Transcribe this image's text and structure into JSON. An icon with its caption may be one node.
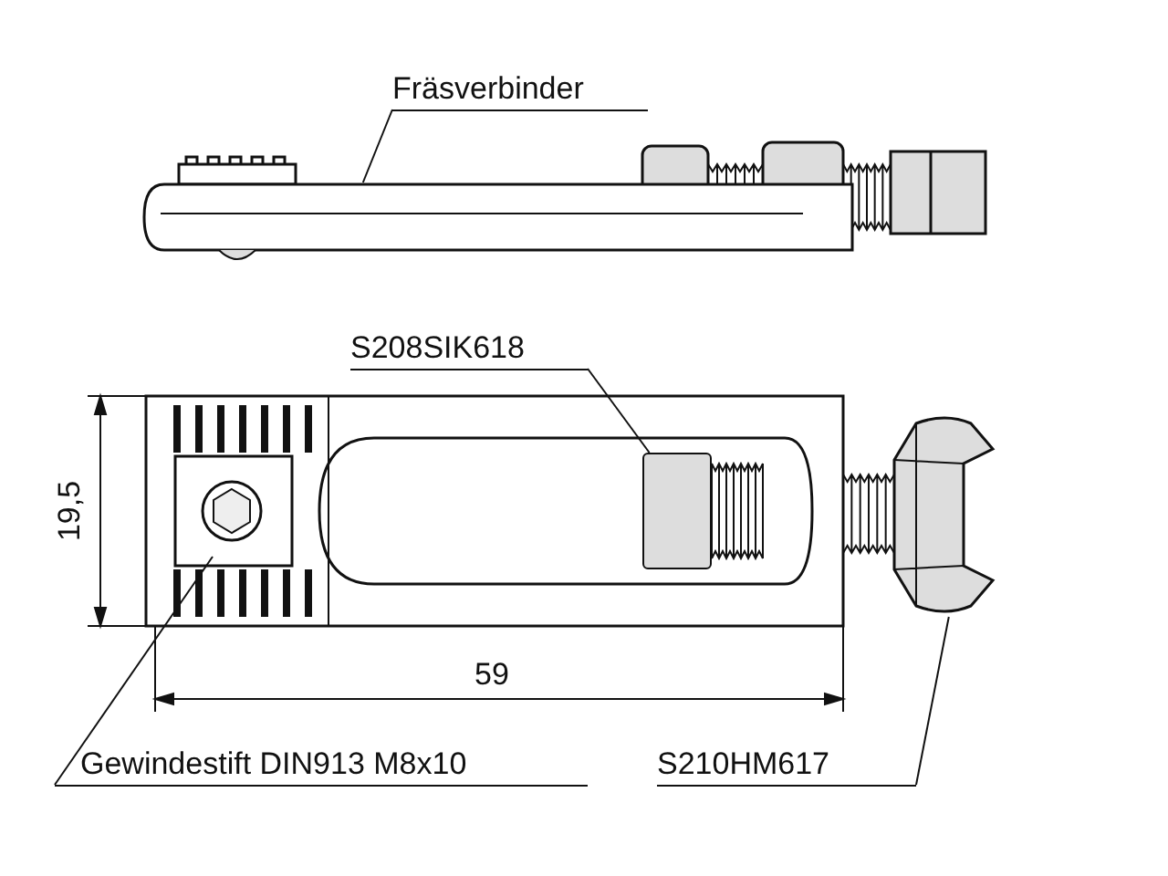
{
  "diagram": {
    "nodes": [
      {
        "text": [
          "Fräsverbinder"
        ]
      },
      {
        "text": [],
        "shape": "picture"
      },
      {
        "text": [
          "S208SIK618"
        ]
      },
      {
        "text": [],
        "shape": "box"
      },
      {
        "text": [
          "Gewindestift DIN913 M8x10"
        ]
      },
      {
        "text": [],
        "shape": "picture"
      },
      {
        "text": [
          "S210HM617"
        ]
      },
      {
        "text": [],
        "shape": "picture"
      }
    ],
    "edges": [
      {
        "from": 0,
        "to": 1,
        "arrow": "none"
      },
      {
        "from": 2,
        "to": 3,
        "arrow": "none"
      },
      {
        "from": 4,
        "to": 5,
        "arrow": "none"
      },
      {
        "from": 6,
        "to": 7,
        "arrow": "none"
      }
    ],
    "labels": [
      "19,5",
      "59"
    ]
  }
}
